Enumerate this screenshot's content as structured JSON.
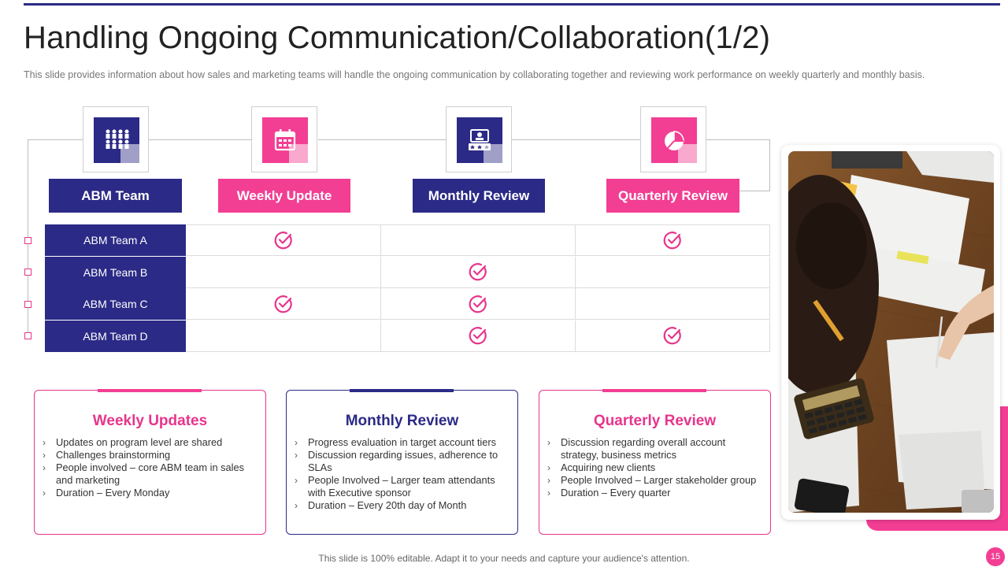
{
  "slide": {
    "title": "Handling Ongoing Communication/Collaboration(1/2)",
    "subtitle": "This slide provides  information  about  how  sales  and  marketing  teams  will  handle  the  ongoing  communication  by  collaborating  together  and  reviewing   work  performance   on  weekly  quarterly  and  monthly  basis.",
    "footer": "This slide is 100% editable. Adapt it to your needs and capture your audience's attention.",
    "page_number": "15"
  },
  "colors": {
    "navy": "#2b2a86",
    "pink": "#f23e93",
    "check": "#e6358c"
  },
  "columns": [
    {
      "label": "ABM Team",
      "color": "navy",
      "icon": "team-grid-icon"
    },
    {
      "label": "Weekly Update",
      "color": "pink",
      "icon": "calendar-icon"
    },
    {
      "label": "Monthly Review",
      "color": "navy",
      "icon": "review-monitor-icon"
    },
    {
      "label": "Quarterly Review",
      "color": "pink",
      "icon": "pie-chart-icon"
    }
  ],
  "rows": [
    {
      "label": "ABM Team A",
      "weekly": true,
      "monthly": false,
      "quarterly": true
    },
    {
      "label": "ABM Team B",
      "weekly": false,
      "monthly": true,
      "quarterly": false
    },
    {
      "label": "ABM Team C",
      "weekly": true,
      "monthly": true,
      "quarterly": false
    },
    {
      "label": "ABM Team D",
      "weekly": false,
      "monthly": true,
      "quarterly": true
    }
  ],
  "cards": [
    {
      "title": "Weekly Updates",
      "items": [
        "Updates on program level are shared",
        "Challenges brainstorming",
        "People involved  – core ABM team in sales and marketing",
        "Duration – Every Monday"
      ]
    },
    {
      "title": "Monthly Review",
      "items": [
        "Progress evaluation  in target account tiers",
        "Discussion regarding  issues, adherence  to SLAs",
        "People Involved  – Larger team attendants with Executive sponsor",
        "Duration – Every 20th day of Month"
      ]
    },
    {
      "title": "Quarterly Review",
      "items": [
        "Discussion regarding  overall  account strategy, business  metrics",
        "Acquiring new clients",
        "People Involved  – Larger stakeholder group",
        "Duration – Every quarter"
      ]
    }
  ]
}
